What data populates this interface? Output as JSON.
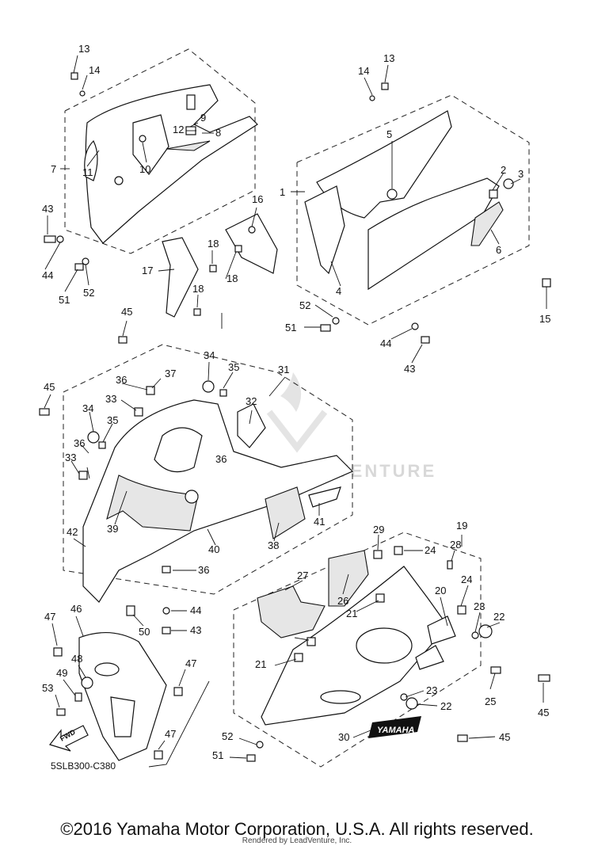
{
  "diagram": {
    "code": "5SLB300-C380",
    "fwd_label": "FWD",
    "yamaha_label": "YAMAHA",
    "watermark": "VENTURE",
    "copyright": "©2016 Yamaha Motor Corporation, U.S.A. All rights reserved.",
    "rendered_by": "Rendered by LeadVenture, Inc."
  },
  "callouts": [
    "13",
    "14",
    "7",
    "11",
    "10",
    "12",
    "9",
    "8",
    "43",
    "44",
    "51",
    "52",
    "17",
    "18",
    "18",
    "18",
    "16",
    "14",
    "13",
    "1",
    "5",
    "2",
    "3",
    "6",
    "4",
    "52",
    "51",
    "15",
    "44",
    "43",
    "45",
    "34",
    "35",
    "37",
    "36",
    "33",
    "31",
    "32",
    "45",
    "34",
    "35",
    "36",
    "33",
    "36",
    "39",
    "40",
    "38",
    "41",
    "42",
    "36",
    "44",
    "43",
    "50",
    "29",
    "24",
    "19",
    "28",
    "27",
    "26",
    "21",
    "24",
    "20",
    "23",
    "22",
    "21",
    "25",
    "23",
    "22",
    "45",
    "30",
    "45",
    "47",
    "46",
    "48",
    "49",
    "53",
    "47",
    "47",
    "52",
    "51"
  ]
}
